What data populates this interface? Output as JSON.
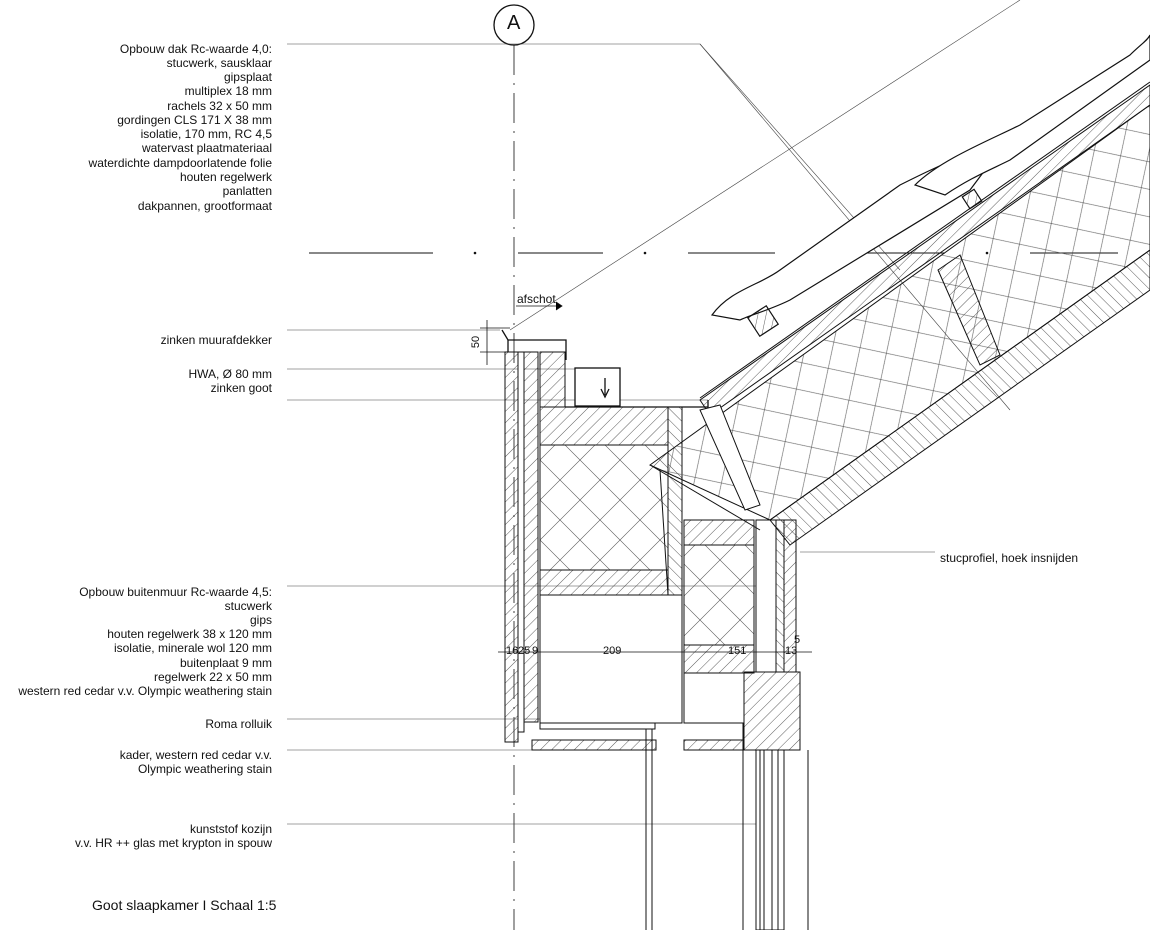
{
  "axis_marker": "A",
  "labels": {
    "roof_heading": "Opbouw dak Rc-waarde 4,0:",
    "roof_layers": [
      "stucwerk, sausklaar",
      "gipsplaat",
      "multiplex 18 mm",
      "rachels 32 x 50 mm",
      "gordingen CLS 171 X 38 mm",
      "isolatie, 170 mm, RC 4,5",
      "watervast plaatmateriaal",
      "waterdichte dampdoorlatende folie",
      "houten regelwerk",
      "panlatten",
      "dakpannen, grootformaat"
    ],
    "zinc_coping": "zinken muurafdekker",
    "rainwater_pipe": "HWA, Ø 80 mm",
    "zinc_gutter": "zinken goot",
    "wall_heading": "Opbouw buitenmuur Rc-waarde 4,5:",
    "wall_layers": [
      "stucwerk",
      "gips",
      "houten regelwerk 38 x 120 mm",
      "isolatie, minerale wol 120 mm",
      "buitenplaat 9 mm",
      "regelwerk 22 x 50 mm",
      "western red cedar v.v. Olympic weathering stain"
    ],
    "roller_shutter": "Roma rolluik",
    "frame_line1": "kader, western red cedar v.v.",
    "frame_line2": "Olympic weathering stain",
    "window_line1": "kunststof kozijn",
    "window_line2": "v.v. HR ++ glas met krypton in spouw",
    "stucco_profile": "stucprofiel, hoek insnijden",
    "afschot": "afschot"
  },
  "dimensions": {
    "coping_height": "50",
    "wall_1": "16",
    "wall_2": "25",
    "wall_3": "9",
    "wall_4": "209",
    "wall_5": "151",
    "wall_6": "13",
    "wall_7": "5"
  },
  "caption": "Goot slaapkamer  I  Schaal 1:5",
  "colors": {
    "line": "#111111",
    "hatch": "#333333",
    "leader": "#444444"
  }
}
